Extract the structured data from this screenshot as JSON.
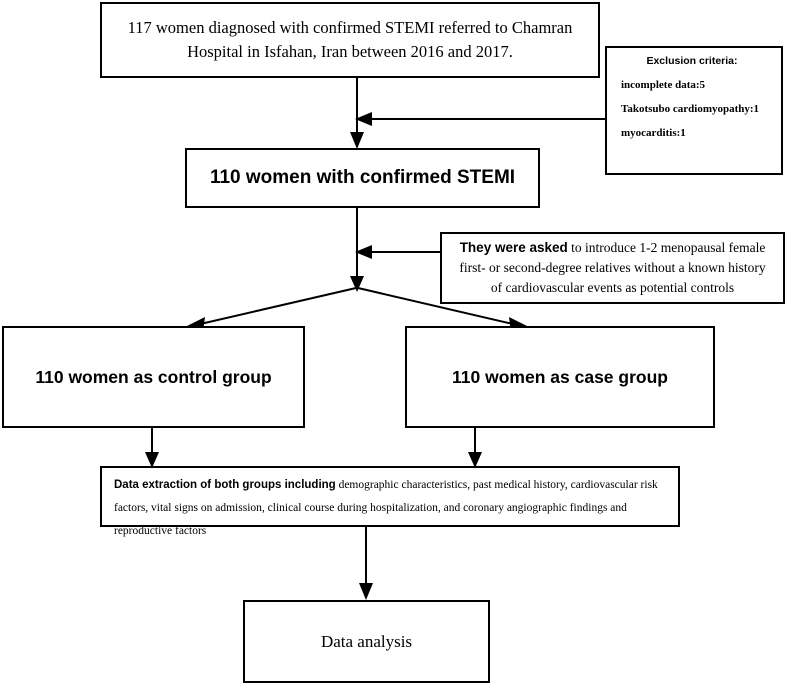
{
  "diagram": {
    "title": "STEMI study participant flow diagram",
    "type": "flowchart",
    "nodes": {
      "enrollment": {
        "text": "117 women diagnosed with confirmed STEMI referred to Chamran Hospital in Isfahan, Iran between 2016 and 2017."
      },
      "exclusion": {
        "title": "Exclusion criteria:",
        "items": [
          "incomplete data:5",
          "Takotsubo cardiomyopathy:1",
          "myocarditis:1"
        ]
      },
      "stemi_confirmed": {
        "text": "110 women with confirmed STEMI"
      },
      "controls_note": {
        "lead": "They were asked",
        "rest": " to introduce 1-2 menopausal female first- or second-degree relatives without a known history of cardiovascular events as potential controls"
      },
      "control_group": {
        "text": "110 women as control group"
      },
      "case_group": {
        "text": "110 women as case group"
      },
      "data_extraction": {
        "lead": "Data extraction of both groups including",
        "rest": " demographic characteristics, past medical history, cardiovascular risk factors, vital signs on admission, clinical course during hospitalization, and coronary angiographic findings and reproductive factors"
      },
      "data_analysis": {
        "text": "Data analysis"
      }
    },
    "colors": {
      "stroke": "#000000",
      "fill": "#ffffff",
      "text": "#000000"
    }
  }
}
